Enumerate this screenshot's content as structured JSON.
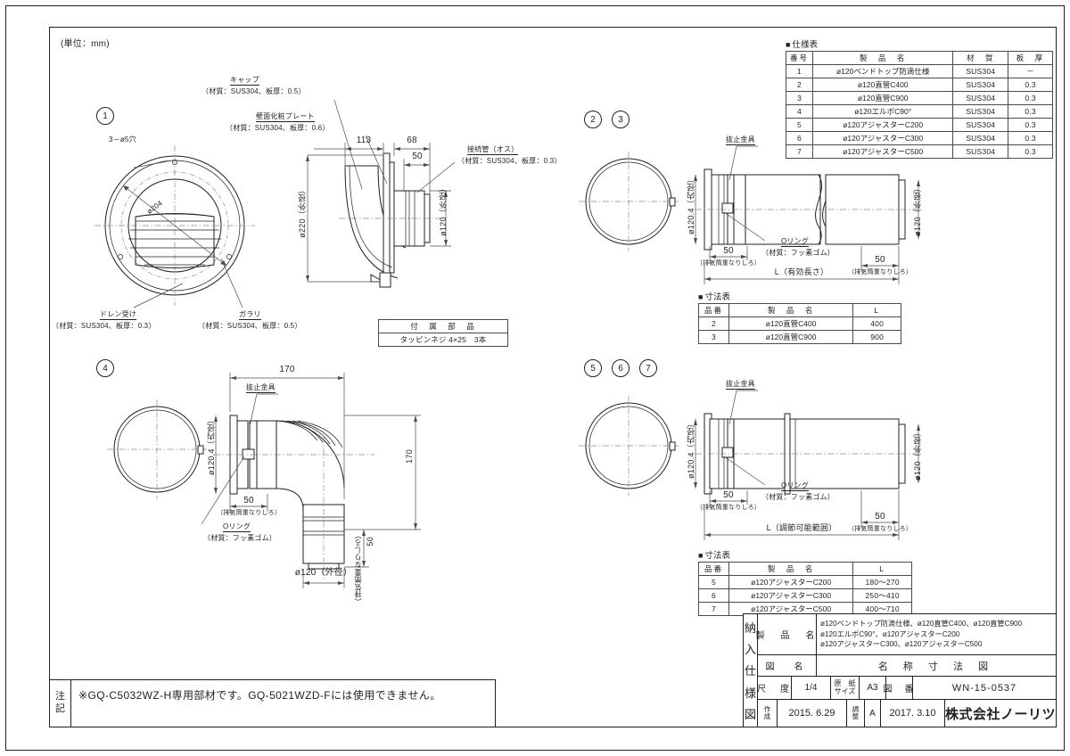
{
  "sheet": {
    "unit_note": "(単位：mm)"
  },
  "spec_table": {
    "title": "仕様表",
    "headers": [
      "番号",
      "製　品　名",
      "材　質",
      "板　厚"
    ],
    "rows": [
      [
        "1",
        "ø120ベンドトップ防滴仕様",
        "SUS304",
        "－"
      ],
      [
        "2",
        "ø120直管C400",
        "SUS304",
        "0.3"
      ],
      [
        "3",
        "ø120直管C900",
        "SUS304",
        "0.3"
      ],
      [
        "4",
        "ø120エルボC90°",
        "SUS304",
        "0.3"
      ],
      [
        "5",
        "ø120アジャスターC200",
        "SUS304",
        "0.3"
      ],
      [
        "6",
        "ø120アジャスターC300",
        "SUS304",
        "0.3"
      ],
      [
        "7",
        "ø120アジャスターC500",
        "SUS304",
        "0.3"
      ]
    ]
  },
  "dim_table_23": {
    "title": "寸法表",
    "headers": [
      "品番",
      "製　品　名",
      "L"
    ],
    "rows": [
      [
        "2",
        "ø120直管C400",
        "400"
      ],
      [
        "3",
        "ø120直管C900",
        "900"
      ]
    ]
  },
  "dim_table_567": {
    "title": "寸法表",
    "headers": [
      "品番",
      "製　品　名",
      "L"
    ],
    "rows": [
      [
        "5",
        "ø120アジャスターC200",
        "180～270"
      ],
      [
        "6",
        "ø120アジャスターC300",
        "250～410"
      ],
      [
        "7",
        "ø120アジャスターC500",
        "400～710"
      ]
    ]
  },
  "accessory_table": {
    "header": "付　属　部　品",
    "rows": [
      [
        "タッピンネジ 4×25　3本"
      ]
    ]
  },
  "view1": {
    "balloon": "1",
    "labels": {
      "holes": "3－ø5穴",
      "od_plate": "ø204",
      "cap_name": "キャップ",
      "cap_mat": "（材質：SUS304、板厚：0.5）",
      "plate_name": "壁面化粧プレート",
      "plate_mat": "（材質：SUS304、板厚：0.6）",
      "drain_name": "ドレン受け",
      "drain_mat": "（材質：SUS304、板厚：0.3）",
      "louver_name": "ガラリ",
      "louver_mat": "（材質：SUS304、板厚：0.5）",
      "pipe_name": "接続管（オス）",
      "pipe_mat": "（材質：SUS304、板厚：0.3）",
      "dim_113": "113",
      "dim_68": "68",
      "dim_50": "50",
      "dim_od220": "ø220（外径）",
      "dim_od120": "ø120（外径）"
    }
  },
  "view23": {
    "balloons": [
      "2",
      "3"
    ],
    "labels": {
      "retainer": "抜止金具",
      "oring_name": "Oリング",
      "oring_mat": "（材質：フッ素ゴム）",
      "id_1204": "ø120.4（内径）",
      "od_120": "ø120（外径）",
      "overlap": "50",
      "overlap_note": "（排気筒重なりしろ）",
      "length": "L（有効長さ）",
      "overlap2": "50",
      "overlap_note2": "（排気筒重なりしろ）"
    }
  },
  "view4": {
    "balloon": "4",
    "labels": {
      "retainer": "抜止金具",
      "oring_name": "Oリング",
      "oring_mat": "（材質：フッ素ゴム）",
      "id_1204": "ø120.4（内径）",
      "od_120": "ø120（外径）",
      "dim_170_h": "170",
      "dim_170_v": "170",
      "overlap": "50",
      "overlap_note": "（排気筒重なりしろ）",
      "overlap_v": "50",
      "overlap_note_v": "（排気筒重なりしろ）"
    }
  },
  "view567": {
    "balloons": [
      "5",
      "6",
      "7"
    ],
    "labels": {
      "retainer": "抜止金具",
      "oring_name": "Oリング",
      "oring_mat": "（材質：フッ素ゴム）",
      "id_1204": "ø120.4（内径）",
      "od_120": "ø120（外径）",
      "overlap": "50",
      "overlap_note": "（排気筒重なりしろ）",
      "length": "L（調節可能範囲）",
      "overlap2": "50",
      "overlap_note2": "（排気筒重なりしろ）"
    }
  },
  "titleblock": {
    "spine": [
      "納",
      "入",
      "仕",
      "様",
      "図"
    ],
    "product_label": "製　品　名",
    "product_lines": [
      "ø120ベンドトップ防滴仕様、ø120直管C400、ø120直管C900",
      "ø120エルボC90°、ø120アジャスターC200",
      "ø120アジャスターC300、ø120アジャスターC500"
    ],
    "drawing_label": "図　名",
    "drawing_value": "名 称 寸 法 図",
    "scale_label": "尺　度",
    "scale_value": "1/4",
    "paper_label_1": "原　紙",
    "paper_label_2": "サイズ",
    "paper_value": "A3",
    "number_label": "図　番",
    "number_value": "WN-15-0537",
    "created_label_1": "作",
    "created_label_2": "成",
    "created_value": "2015. 6.29",
    "revised_label_1": "調",
    "revised_label_2": "整",
    "revised_rev": "A",
    "revised_value": "2017. 3.10",
    "company": "株式会社ノーリツ"
  },
  "note": {
    "spine_1": "注",
    "spine_2": "記",
    "text": "※GQ-C5032WZ-H専用部材です。GQ-5021WZD-Fには使用できません。"
  }
}
